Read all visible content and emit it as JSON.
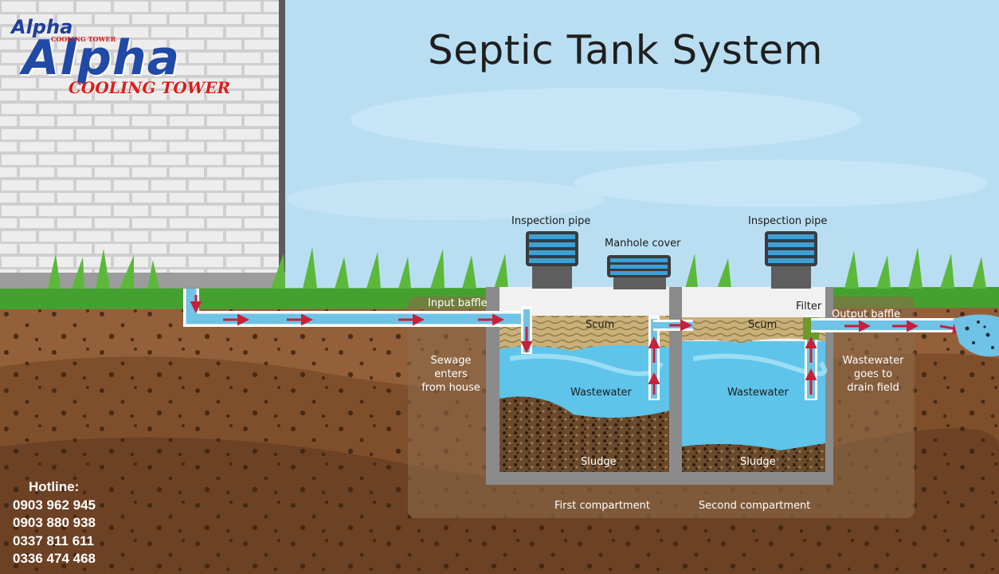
{
  "title": "Septic Tank System",
  "brand": {
    "small_name": "Alpha",
    "small_sub": "COOLING TOWER",
    "name": "Alpha",
    "sub": "COOLING TOWER"
  },
  "labels": {
    "inspection_pipe_left": "Inspection pipe",
    "inspection_pipe_right": "Inspection pipe",
    "manhole_cover": "Manhole cover",
    "filter": "Filter",
    "input_baffle": "Input baffle",
    "output_baffle": "Output baffle",
    "scum_left": "Scum",
    "scum_right": "Scum",
    "sewage_1": "Sewage",
    "sewage_2": "enters",
    "sewage_3": "from house",
    "wastewater_left": "Wastewater",
    "wastewater_right": "Wastewater",
    "drain_1": "Wastewater",
    "drain_2": "goes to",
    "drain_3": "drain field",
    "sludge_left": "Sludge",
    "sludge_right": "Sludge",
    "first_compartment": "First compartment",
    "second_compartment": "Second compartment"
  },
  "hotline": {
    "label": "Hotline:",
    "numbers": [
      "0903 962 945",
      "0903 880 938",
      "0337 811 611",
      "0336 474 468"
    ]
  },
  "colors": {
    "sky": "#b9def2",
    "soil": "#8a5631",
    "grass": "#4a9a2a",
    "water": "#5ec4ea",
    "flow_arrow": "#c8203a",
    "brand_blue": "#2149a6",
    "brand_red": "#e01a1a"
  }
}
